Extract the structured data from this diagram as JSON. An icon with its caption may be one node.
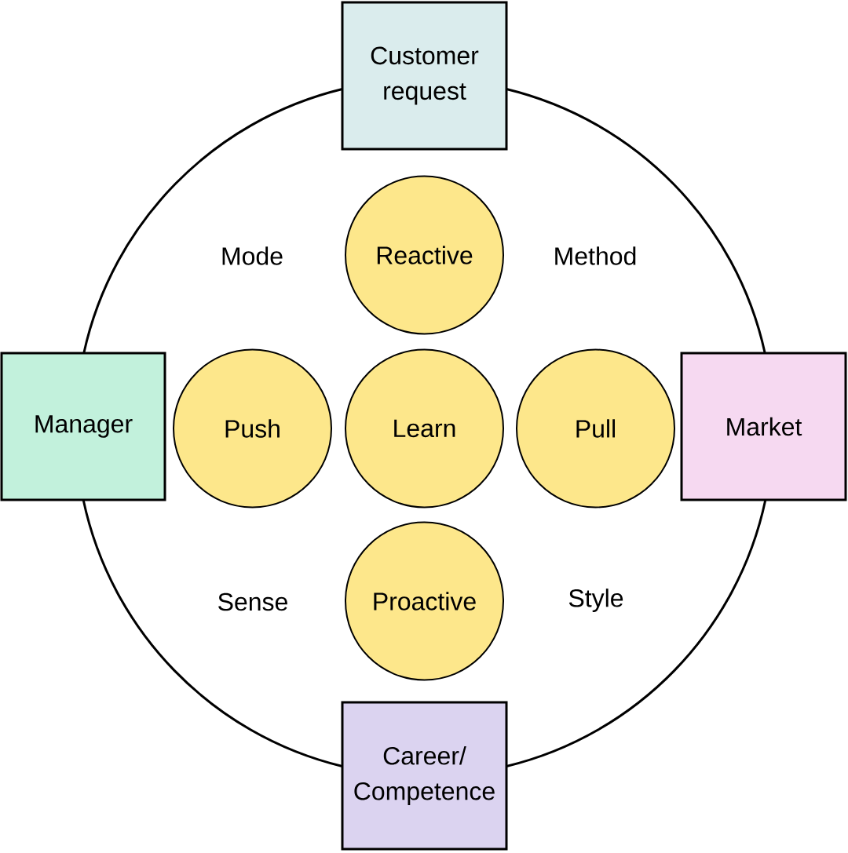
{
  "diagram": {
    "nodes": [
      {
        "text": [
          "Customer request"
        ]
      },
      {
        "text": [
          "Reactive"
        ]
      },
      {
        "text": [
          "Manager"
        ]
      },
      {
        "text": [
          "Push"
        ]
      },
      {
        "text": [
          "Learn"
        ]
      },
      {
        "text": [
          "Pull"
        ]
      },
      {
        "text": [
          "Market"
        ]
      },
      {
        "text": [
          "Proactive"
        ]
      },
      {
        "text": [
          "Career/ Competence"
        ]
      }
    ],
    "edges": [
      {
        "from": 0,
        "to": 6,
        "arrow": "none"
      },
      {
        "from": 6,
        "to": 8,
        "arrow": "none"
      },
      {
        "from": 8,
        "to": 2,
        "arrow": "none"
      },
      {
        "from": 2,
        "to": 0,
        "arrow": "none"
      }
    ],
    "labels": [
      "Mode",
      "Method",
      "Sense",
      "Style"
    ]
  }
}
